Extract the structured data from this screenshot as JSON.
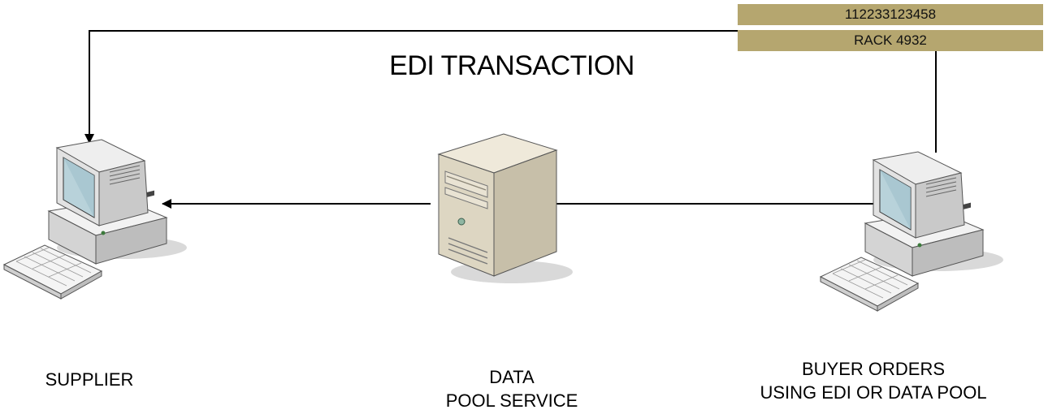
{
  "diagram": {
    "title": "EDI TRANSACTION",
    "tags": [
      "112233123458",
      "RACK 4932"
    ],
    "nodes": {
      "supplier": "SUPPLIER",
      "data_pool": "DATA\nPOOL SERVICE",
      "buyer": "BUYER ORDERS\nUSING EDI OR DATA POOL"
    },
    "colors": {
      "tag_background": "#b5a66f",
      "server_body": "#ddd6c2",
      "monitor_body": "#e6e6e6",
      "screen": "#b8d2da",
      "line": "#000000"
    }
  }
}
